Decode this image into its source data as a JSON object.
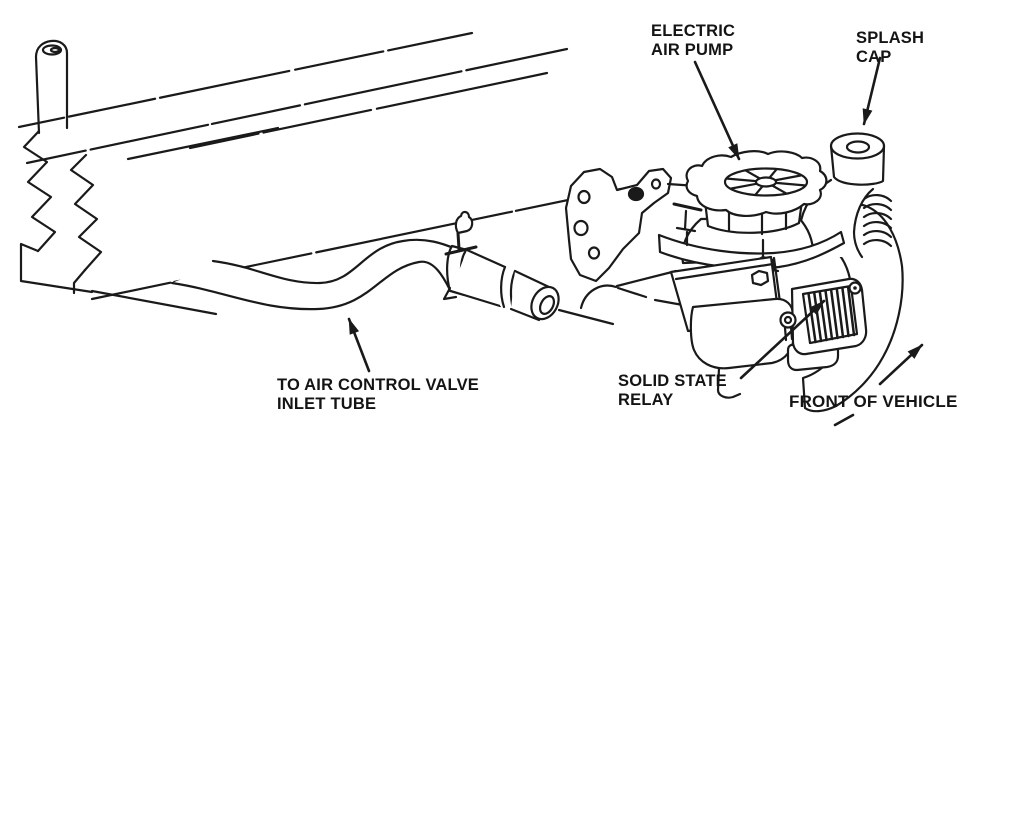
{
  "figure": {
    "kind": "technical-line-drawing",
    "subject": "Electric air pump mounting on vehicle frame rail",
    "colors": {
      "background": "#ffffff",
      "ink": "#1a1a1a",
      "text": "#141414"
    },
    "labels": {
      "electric_air_pump": {
        "line1": "ELECTRIC",
        "line2": "AIR PUMP"
      },
      "splash_cap": {
        "line1": "SPLASH",
        "line2": "CAP"
      },
      "air_control_valve": {
        "line1": "TO AIR CONTROL VALVE",
        "line2": "INLET TUBE"
      },
      "solid_state_relay": {
        "line1": "SOLID STATE",
        "line2": "RELAY"
      },
      "front_of_vehicle": {
        "text": "FRONT OF VEHICLE"
      }
    }
  }
}
